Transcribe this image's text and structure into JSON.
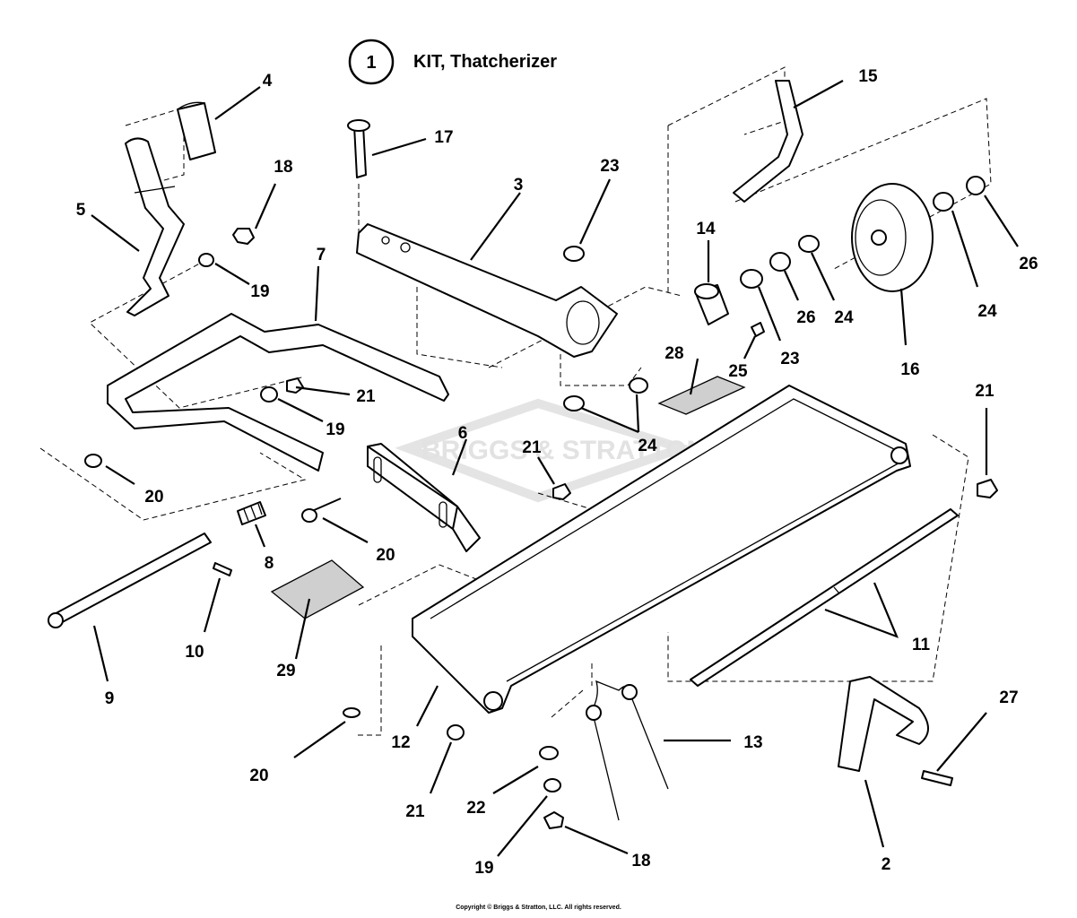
{
  "kit": {
    "number": "1",
    "title": "KIT, Thatcherizer"
  },
  "watermark": "BRIGGS & STRATTON",
  "copyright": "Copyright © Briggs & Stratton, LLC. All rights reserved.",
  "callouts": {
    "c2": "2",
    "c3": "3",
    "c4": "4",
    "c5": "5",
    "c6": "6",
    "c7": "7",
    "c8": "8",
    "c9": "9",
    "c10": "10",
    "c11": "11",
    "c12": "12",
    "c13": "13",
    "c14": "14",
    "c15": "15",
    "c16": "16",
    "c17": "17",
    "c18a": "18",
    "c18b": "18",
    "c19a": "19",
    "c19b": "19",
    "c19c": "19",
    "c20a": "20",
    "c20b": "20",
    "c20c": "20",
    "c21a": "21",
    "c21b": "21",
    "c21c": "21",
    "c21d": "21",
    "c22": "22",
    "c23a": "23",
    "c23b": "23",
    "c24a": "24",
    "c24b": "24",
    "c24c": "24",
    "c25": "25",
    "c26a": "26",
    "c26b": "26",
    "c27": "27",
    "c28": "28",
    "c29": "29"
  }
}
